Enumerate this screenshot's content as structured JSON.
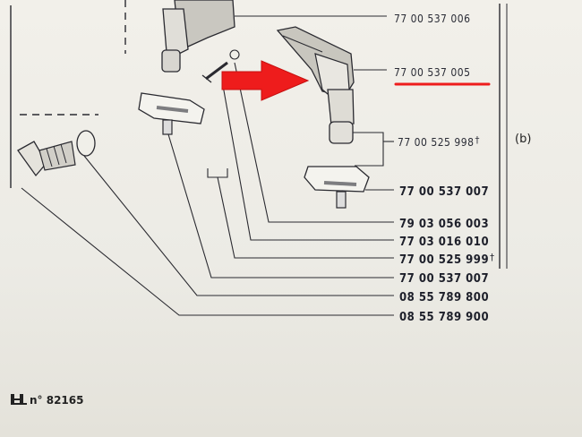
{
  "part_numbers": [
    {
      "text": "77 00 537 006",
      "dagger": ""
    },
    {
      "text": "77 00 537 005",
      "dagger": ""
    },
    {
      "text": "77 00 525 998",
      "dagger": "†"
    },
    {
      "text": "77 00 537 007",
      "dagger": ""
    },
    {
      "text": "79 03 056 003",
      "dagger": ""
    },
    {
      "text": "77 03 016 010",
      "dagger": ""
    },
    {
      "text": "77 00 525 999",
      "dagger": "†"
    },
    {
      "text": "77 00 537 007",
      "dagger": ""
    },
    {
      "text": "08 55 789 800",
      "dagger": ""
    },
    {
      "text": "08 55 789 900",
      "dagger": ""
    }
  ],
  "group_label": "(b)",
  "plate_number": "n° 82165",
  "highlight": {
    "arrow_color": "#ee1c1c",
    "underline_color": "#ee1c1c",
    "target_part": "77 00 537 005"
  },
  "icons": [
    "logo-icon"
  ]
}
